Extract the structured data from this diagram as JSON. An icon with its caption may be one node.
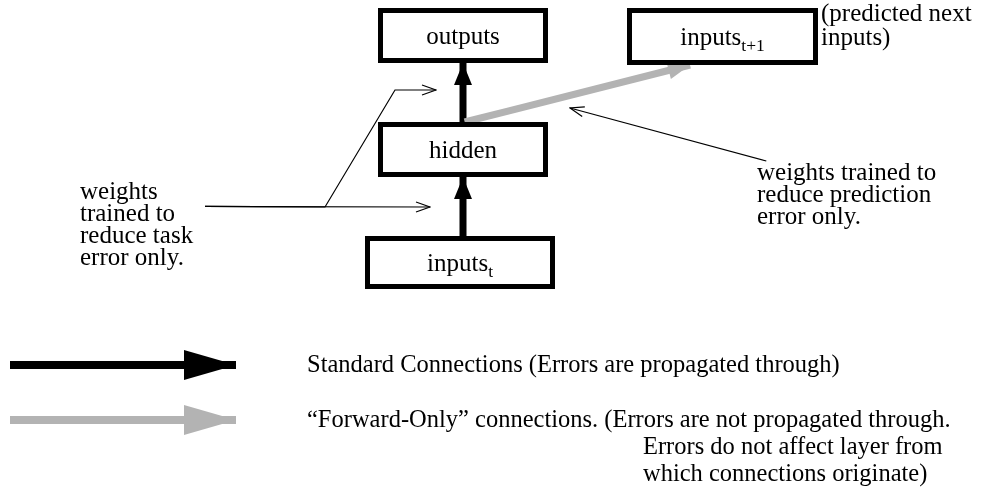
{
  "diagram": {
    "nodes": [
      {
        "text": [
          "outputs"
        ]
      },
      {
        "text": [
          "inputs$_{t+1}$"
        ],
        "beside": [
          "(predicted next inputs)"
        ]
      },
      {
        "text": [
          "hidden"
        ]
      },
      {
        "text": [
          "inputs$_{t}$"
        ]
      },
      {
        "text": [
          "weights trained to reduce task error only."
        ]
      },
      {
        "text": [
          "weights trained to reduce prediction error only."
        ]
      }
    ],
    "edges": [
      {
        "from": 3,
        "to": 2,
        "arrow": "to",
        "style": "thick"
      },
      {
        "from": 2,
        "to": 0,
        "arrow": "to",
        "style": "thick"
      },
      {
        "from": 2,
        "to": 1,
        "arrow": "to",
        "style": "thick",
        "color": "#b3b3b3"
      },
      {
        "from": 4,
        "to": null,
        "arrow": "to"
      },
      {
        "from": 4,
        "to": null,
        "arrow": "to"
      },
      {
        "from": 5,
        "to": null,
        "arrow": "to"
      }
    ],
    "legend": [
      {
        "text": "Standard Connections (Errors are propagated through)"
      },
      {
        "text": "“Forward-Only” connections. (Errors are not propagated through. Errors do not affect layer from which connections originate)"
      }
    ]
  }
}
